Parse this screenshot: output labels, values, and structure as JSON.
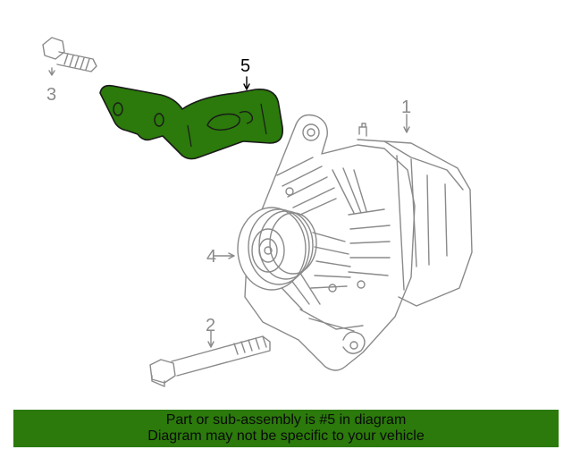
{
  "diagram": {
    "callouts": {
      "part1": "1",
      "part2": "2",
      "part3": "3",
      "part4": "4",
      "part5": "5"
    },
    "highlighted_part": "5",
    "highlight_color": "#2b7a0b",
    "line_color": "#8a8a8a",
    "icons": [
      "bolt-icon",
      "bracket-icon",
      "alternator-icon",
      "pulley-icon",
      "bolt-icon"
    ]
  },
  "footer": {
    "line1": "Part or sub-assembly is #5 in diagram",
    "line2": "Diagram may not be specific to your vehicle",
    "background_color": "#2b7a0b"
  }
}
